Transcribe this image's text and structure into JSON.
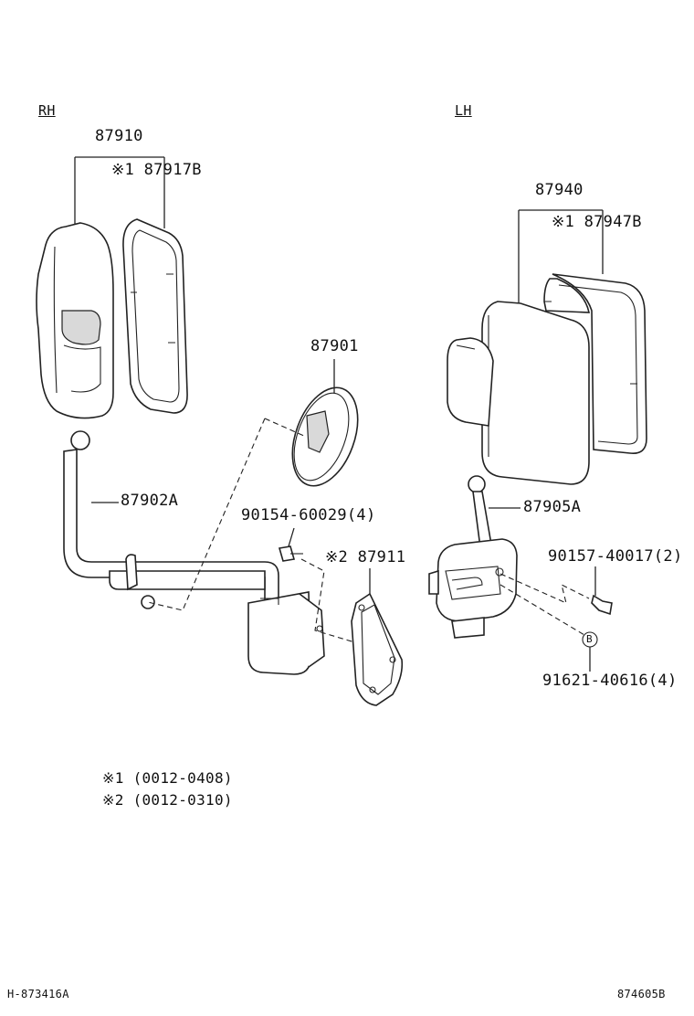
{
  "side_labels": {
    "rh": "RH",
    "lh": "LH"
  },
  "parts": {
    "p87910": "87910",
    "p87917b": "※1 87917B",
    "p87901": "87901",
    "p87902a": "87902A",
    "p90154": "90154-60029(4)",
    "p87911": "※2 87911",
    "p87940": "87940",
    "p87947b": "※1 87947B",
    "p87905a": "87905A",
    "p90157": "90157-40017(2)",
    "p91621": "91621-40616(4)",
    "marker_b": "B"
  },
  "notes": {
    "n1": "※1  (0012-0408)",
    "n2": "※2  (0012-0310)"
  },
  "footer": {
    "left": "H-873416A",
    "right": "874605B"
  }
}
